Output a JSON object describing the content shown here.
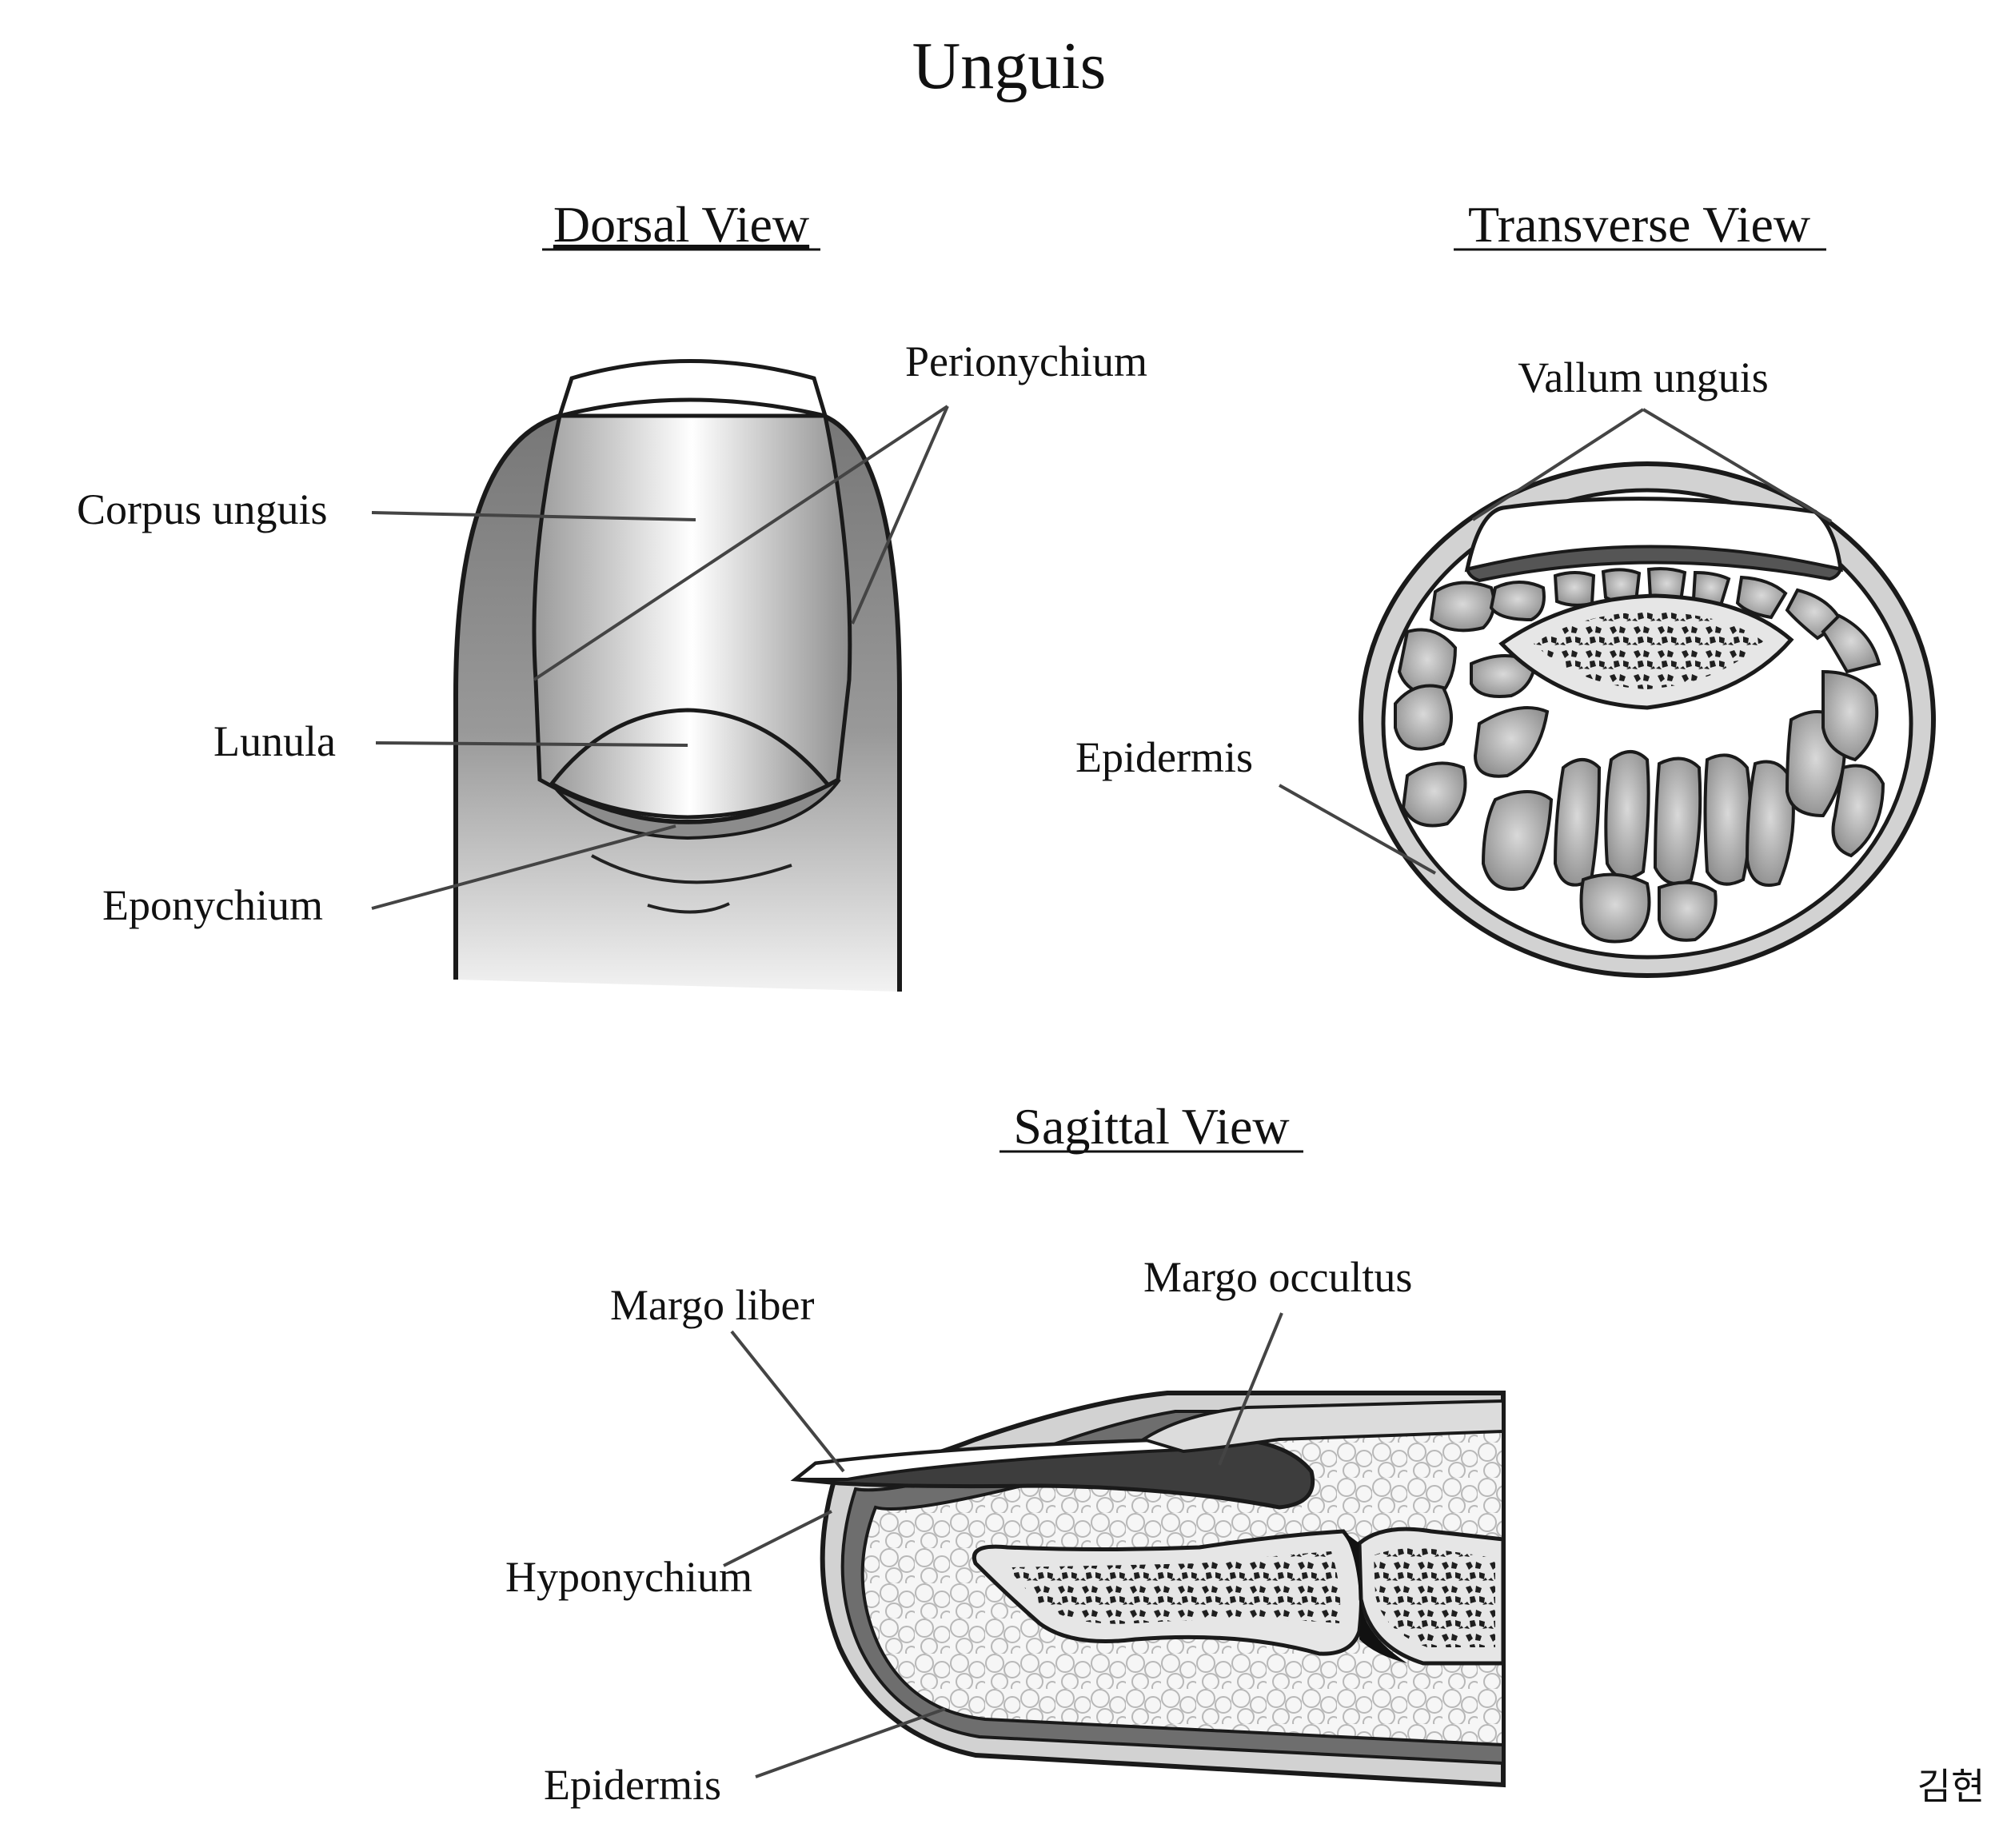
{
  "title": "Unguis",
  "views": {
    "dorsal": {
      "heading": "Dorsal View",
      "labels": {
        "perionychium": "Perionychium",
        "corpus_unguis": "Corpus unguis",
        "lunula": "Lunula",
        "eponychium": "Eponychium"
      }
    },
    "transverse": {
      "heading": "Transverse View",
      "labels": {
        "vallum_unguis": "Vallum unguis",
        "epidermis": "Epidermis"
      }
    },
    "sagittal": {
      "heading": "Sagittal View",
      "labels": {
        "margo_liber": "Margo liber",
        "margo_occultus": "Margo occultus",
        "hyponychium": "Hyponychium",
        "epidermis": "Epidermis"
      }
    }
  },
  "signature": "김현",
  "colors": {
    "outline": "#1a1a1a",
    "skin": "#8a8a8a",
    "dark_layer": "#555555",
    "bone_marrow": "#222222",
    "tissue_fill": "#ebebeb"
  }
}
